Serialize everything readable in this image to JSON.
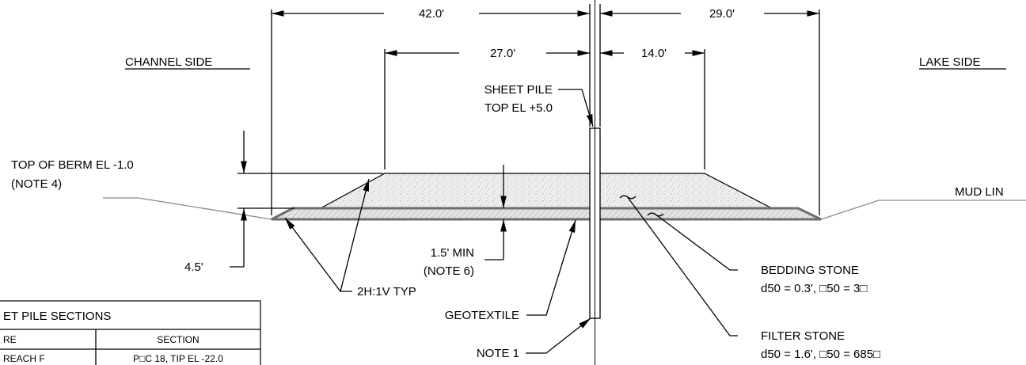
{
  "labels": {
    "dim_42": "42.0'",
    "dim_29": "29.0'",
    "dim_27": "27.0'",
    "dim_14": "14.0'",
    "channel_side": "CHANNEL SIDE",
    "lake_side": "LAKE SIDE",
    "sheet_pile_line1": "SHEET PILE",
    "sheet_pile_line2": "TOP EL +5.0",
    "top_berm_line1": "TOP OF BERM EL -1.0",
    "top_berm_line2": "(NOTE 4)",
    "mud_line": "MUD LIN",
    "dim_45": "4.5'",
    "min_line1": "1.5' MIN",
    "min_line2": "(NOTE 6)",
    "slope": "2H:1V TYP",
    "geotextile": "GEOTEXTILE",
    "bedding_line1": "BEDDING STONE",
    "bedding_line2": "d50 = 0.3', □50 = 3□",
    "filter_line1": "FILTER STONE",
    "filter_line2": "d50 = 1.6', □50 = 685□",
    "note1": "NOTE 1"
  },
  "table": {
    "title": "ET PILE SECTIONS",
    "col1": "RE",
    "col2": "SECTION",
    "row1_col1": "REACH F",
    "row1_col2": "P□C 18, TIP EL -22.0"
  },
  "colors": {
    "line": "#000000",
    "mudline": "#8a8a8a",
    "stone_fill": "#ececec",
    "bedding_fill": "#d9d9d9"
  }
}
